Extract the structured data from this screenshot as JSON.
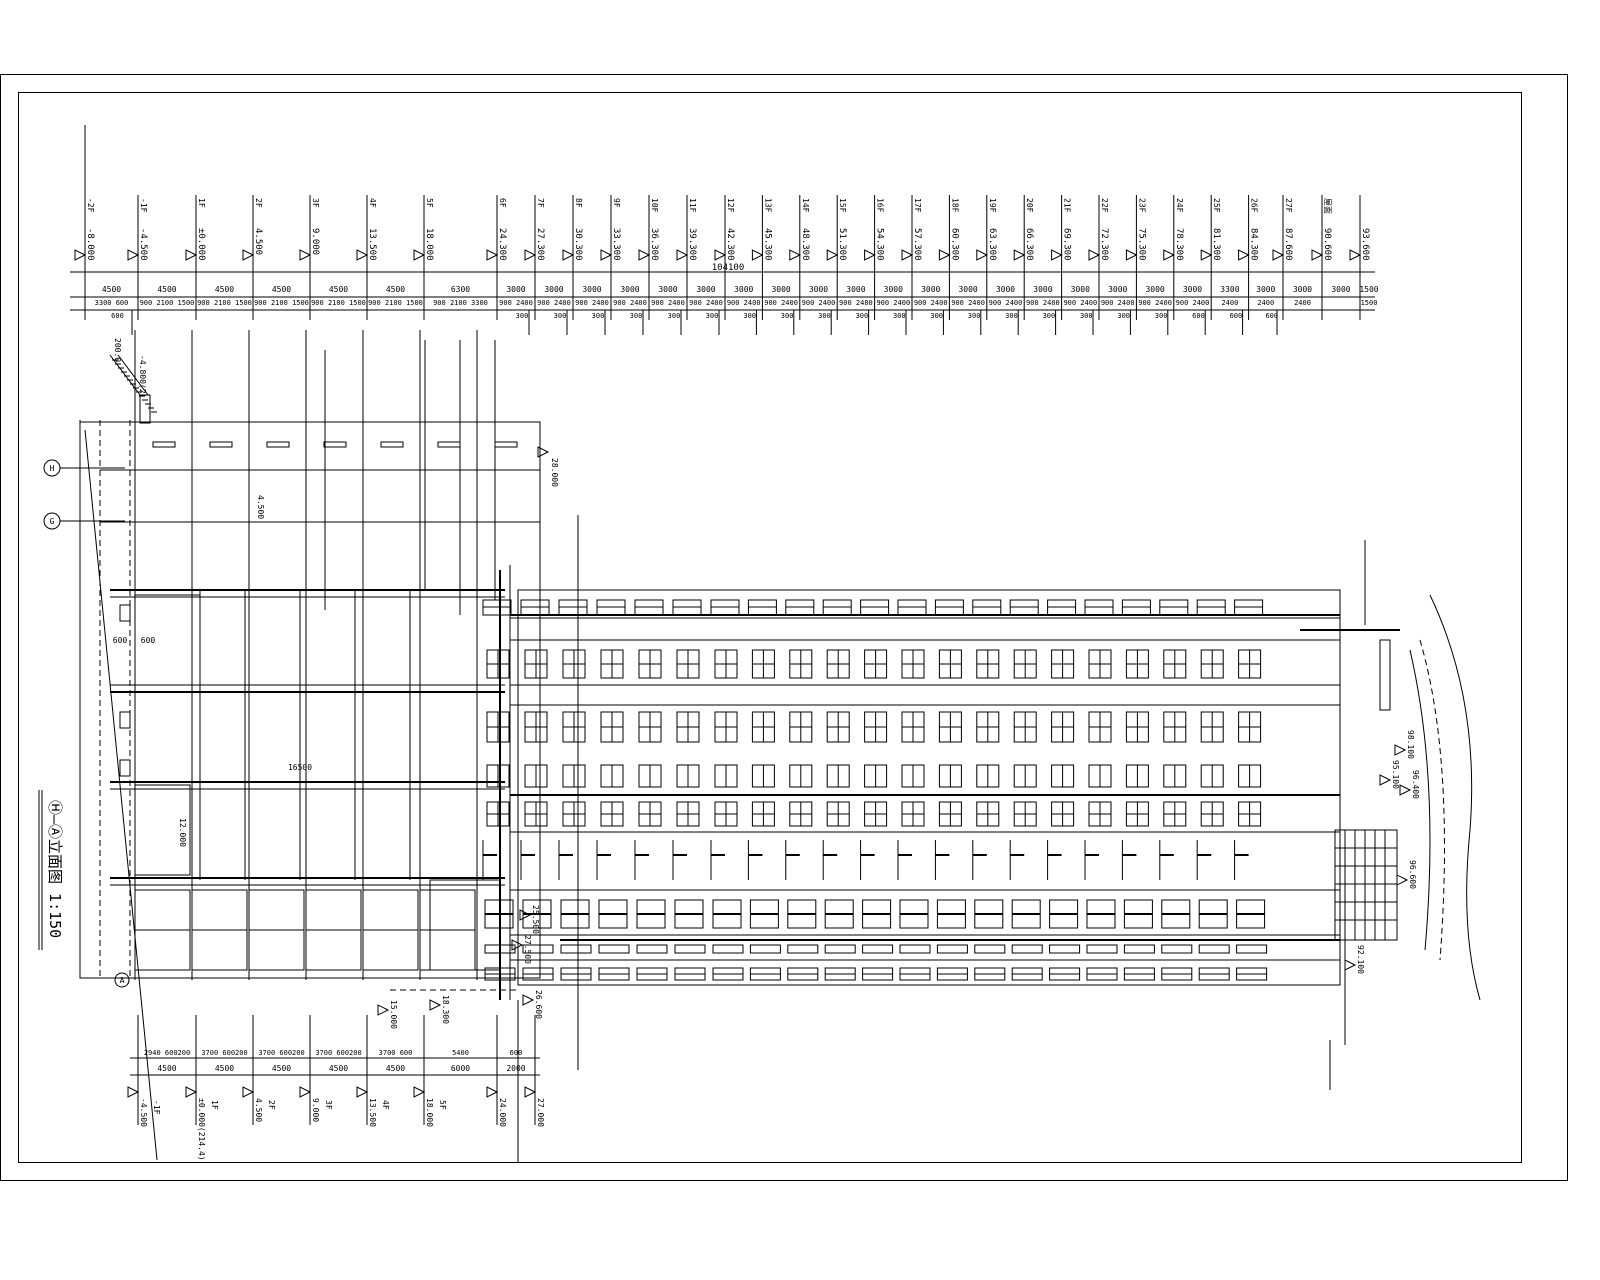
{
  "title": "Ⓗ—Ⓐ立面图 1:150",
  "axis_bubbles": [
    "H",
    "G",
    "A"
  ],
  "top_levels": [
    {
      "floor": "-2F",
      "elev": "-8.000"
    },
    {
      "floor": "-1F",
      "elev": "-4.500"
    },
    {
      "floor": "1F",
      "elev": "±0.000"
    },
    {
      "floor": "2F",
      "elev": "4.500"
    },
    {
      "floor": "3F",
      "elev": "9.000"
    },
    {
      "floor": "4F",
      "elev": "13.500"
    },
    {
      "floor": "5F",
      "elev": "18.000"
    },
    {
      "floor": "6F",
      "elev": "24.300"
    },
    {
      "floor": "7F",
      "elev": "27.300"
    },
    {
      "floor": "8F",
      "elev": "30.300"
    },
    {
      "floor": "9F",
      "elev": "33.300"
    },
    {
      "floor": "10F",
      "elev": "36.300"
    },
    {
      "floor": "11F",
      "elev": "39.300"
    },
    {
      "floor": "12F",
      "elev": "42.300"
    },
    {
      "floor": "13F",
      "elev": "45.300"
    },
    {
      "floor": "14F",
      "elev": "48.300"
    },
    {
      "floor": "15F",
      "elev": "51.300"
    },
    {
      "floor": "16F",
      "elev": "54.300"
    },
    {
      "floor": "17F",
      "elev": "57.300"
    },
    {
      "floor": "18F",
      "elev": "60.300"
    },
    {
      "floor": "19F",
      "elev": "63.300"
    },
    {
      "floor": "20F",
      "elev": "66.300"
    },
    {
      "floor": "21F",
      "elev": "69.300"
    },
    {
      "floor": "22F",
      "elev": "72.300"
    },
    {
      "floor": "23F",
      "elev": "75.300"
    },
    {
      "floor": "24F",
      "elev": "78.300"
    },
    {
      "floor": "25F",
      "elev": "81.300"
    },
    {
      "floor": "26F",
      "elev": "84.300"
    },
    {
      "floor": "27F",
      "elev": "87.600"
    },
    {
      "floor": "屋面",
      "elev": "90.600"
    },
    {
      "floor": "",
      "elev": "93.600"
    }
  ],
  "top_total": "104100",
  "top_dims_main": [
    "4500",
    "4500",
    "4500",
    "4500",
    "4500",
    "4500",
    "6300",
    "3000",
    "3000",
    "3000",
    "3000",
    "3000",
    "3000",
    "3000",
    "3000",
    "3000",
    "3000",
    "3000",
    "3000",
    "3000",
    "3000",
    "3000",
    "3000",
    "3000",
    "3000",
    "3000",
    "3300",
    "3000",
    "3000",
    "3000",
    "1500"
  ],
  "top_dims_detail": [
    "3300 600",
    "900 2100 1500",
    "900 2100 1500",
    "900 2100 1500",
    "900 2100 1500",
    "900 2100 1500",
    "900 2100   3300",
    "900 2400",
    "900 2400",
    "900 2400",
    "900 2400",
    "900 2400",
    "900 2400",
    "900 2400",
    "900 2400",
    "900 2400",
    "900 2400",
    "900 2400",
    "900 2400",
    "900 2400",
    "900 2400",
    "900 2400",
    "900 2400",
    "900 2400",
    "900 2400",
    "900 2400",
    "2400",
    "2400",
    "2400",
    "",
    "1500"
  ],
  "top_dims_sub": [
    "600",
    "",
    "",
    "",
    "",
    "",
    "",
    "300",
    "300",
    "300",
    "300",
    "300",
    "300",
    "300",
    "300",
    "300",
    "300",
    "300",
    "300",
    "300",
    "300",
    "300",
    "300",
    "300",
    "300",
    "600",
    "600",
    "600"
  ],
  "bottom_levels": [
    {
      "floor": "-1F",
      "elev": "-4.500"
    },
    {
      "floor": "1F",
      "elev": "±0.000(214.4)"
    },
    {
      "floor": "2F",
      "elev": "4.500"
    },
    {
      "floor": "3F",
      "elev": "9.000"
    },
    {
      "floor": "4F",
      "elev": "13.500"
    },
    {
      "floor": "5F",
      "elev": "18.000"
    },
    {
      "floor": "",
      "elev": "24.000"
    },
    {
      "floor": "",
      "elev": "27.000"
    }
  ],
  "bottom_dims_main": [
    "4500",
    "4500",
    "4500",
    "4500",
    "4500",
    "6000",
    "2000"
  ],
  "bottom_dims_detail": [
    "2940  600200",
    "3700  600200",
    "3700  600200",
    "3700  600200",
    "3700  600",
    "5400",
    "600"
  ],
  "annotations": {
    "podium_roof": "28.000",
    "podium_level": "4.500",
    "podium_width": "16500",
    "dim_600a": "600",
    "dim_600b": "600",
    "level_12": "12.000",
    "stair_top": "200.0",
    "stair_level": "-4.800(2)",
    "lvl_15": "15.000",
    "lvl_18_3": "18.300",
    "lvl_26_6": "26.600",
    "lvl_25_5": "25.500",
    "lvl_27_5": "27.500",
    "lvl_92_1": "92.100",
    "lvl_96_6": "96.600",
    "lvl_95_1": "95.100",
    "lvl_96_4": "96.400",
    "lvl_98_1": "98.100"
  }
}
